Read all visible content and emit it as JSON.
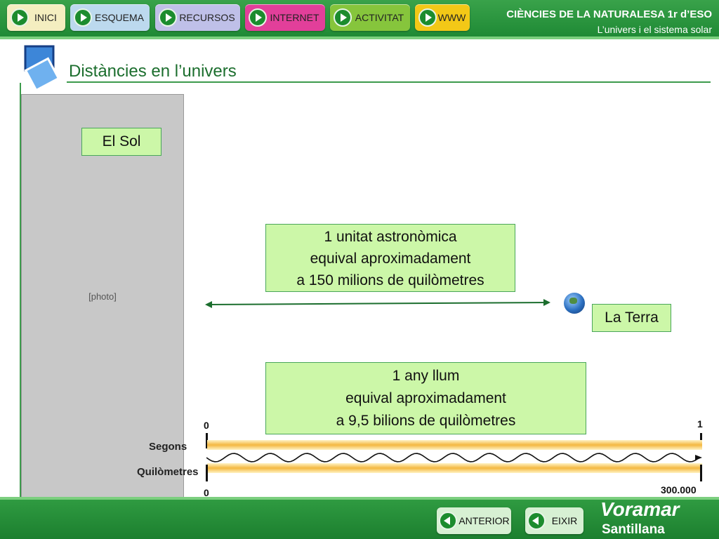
{
  "nav": {
    "items": [
      {
        "label": "INICI",
        "color": "#f4eec0"
      },
      {
        "label": "ESQUEMA",
        "color": "#bcd9ee"
      },
      {
        "label": "RECURSOS",
        "color": "#bfc0e8"
      },
      {
        "label": "INTERNET",
        "color": "#e23f9a"
      },
      {
        "label": "ACTIVITAT",
        "color": "#86c53c"
      },
      {
        "label": "WWW",
        "color": "#f3c817"
      }
    ],
    "play_icon": "play-icon"
  },
  "header": {
    "title": "CIÈNCIES DE LA NATURALESA 1r d’ESO",
    "subtitle": "L’univers i el sistema solar"
  },
  "page": {
    "title": "Distàncies en l’univers"
  },
  "sun": {
    "label": "El Sol",
    "image_placeholder": "[photo]"
  },
  "earth": {
    "label": "La Terra"
  },
  "au_box": {
    "lines": [
      "1 unitat astronòmica",
      "equival aproximadament",
      "a 150 milions de quilòmetres"
    ]
  },
  "lightyear_box": {
    "lines": [
      "1 any llum",
      "equival aproximadament",
      "a 9,5 bilions de quilòmetres"
    ]
  },
  "scale": {
    "seconds_label": "Segons",
    "km_label": "Quilòmetres",
    "seconds_start": "0",
    "seconds_end": "1",
    "km_start": "0",
    "km_end": "300.000"
  },
  "footer": {
    "prev_label": "ANTERIOR",
    "exit_label": "EIXIR",
    "brand_top": "Voramar",
    "brand_bottom": "Santillana"
  },
  "colors": {
    "accent": "#1f8a35",
    "box_fill": "#ccf7a8",
    "title": "#1c6e2e"
  }
}
